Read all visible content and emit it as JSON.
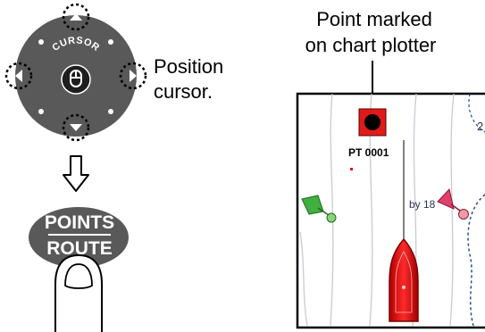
{
  "cursor_pad": {
    "label": "CURSOR"
  },
  "instruction": {
    "line1": "Position",
    "line2": "cursor."
  },
  "key": {
    "line1": "POINTS",
    "line2": "ROUTE"
  },
  "callout": {
    "line1": "Point marked",
    "line2": "on chart plotter"
  },
  "chart": {
    "point_label": "PT 0001",
    "buoy_label": "by 18",
    "depth_label": "2"
  },
  "colors": {
    "pad": "#595959",
    "highlight": "#000000",
    "water": "#ffffff",
    "chart_line": "#1a4e8f",
    "vessel": "#e01010",
    "buoy_green": "#3fb03f",
    "buoy_red": "#e0406a",
    "marker": "#e01a1a"
  }
}
